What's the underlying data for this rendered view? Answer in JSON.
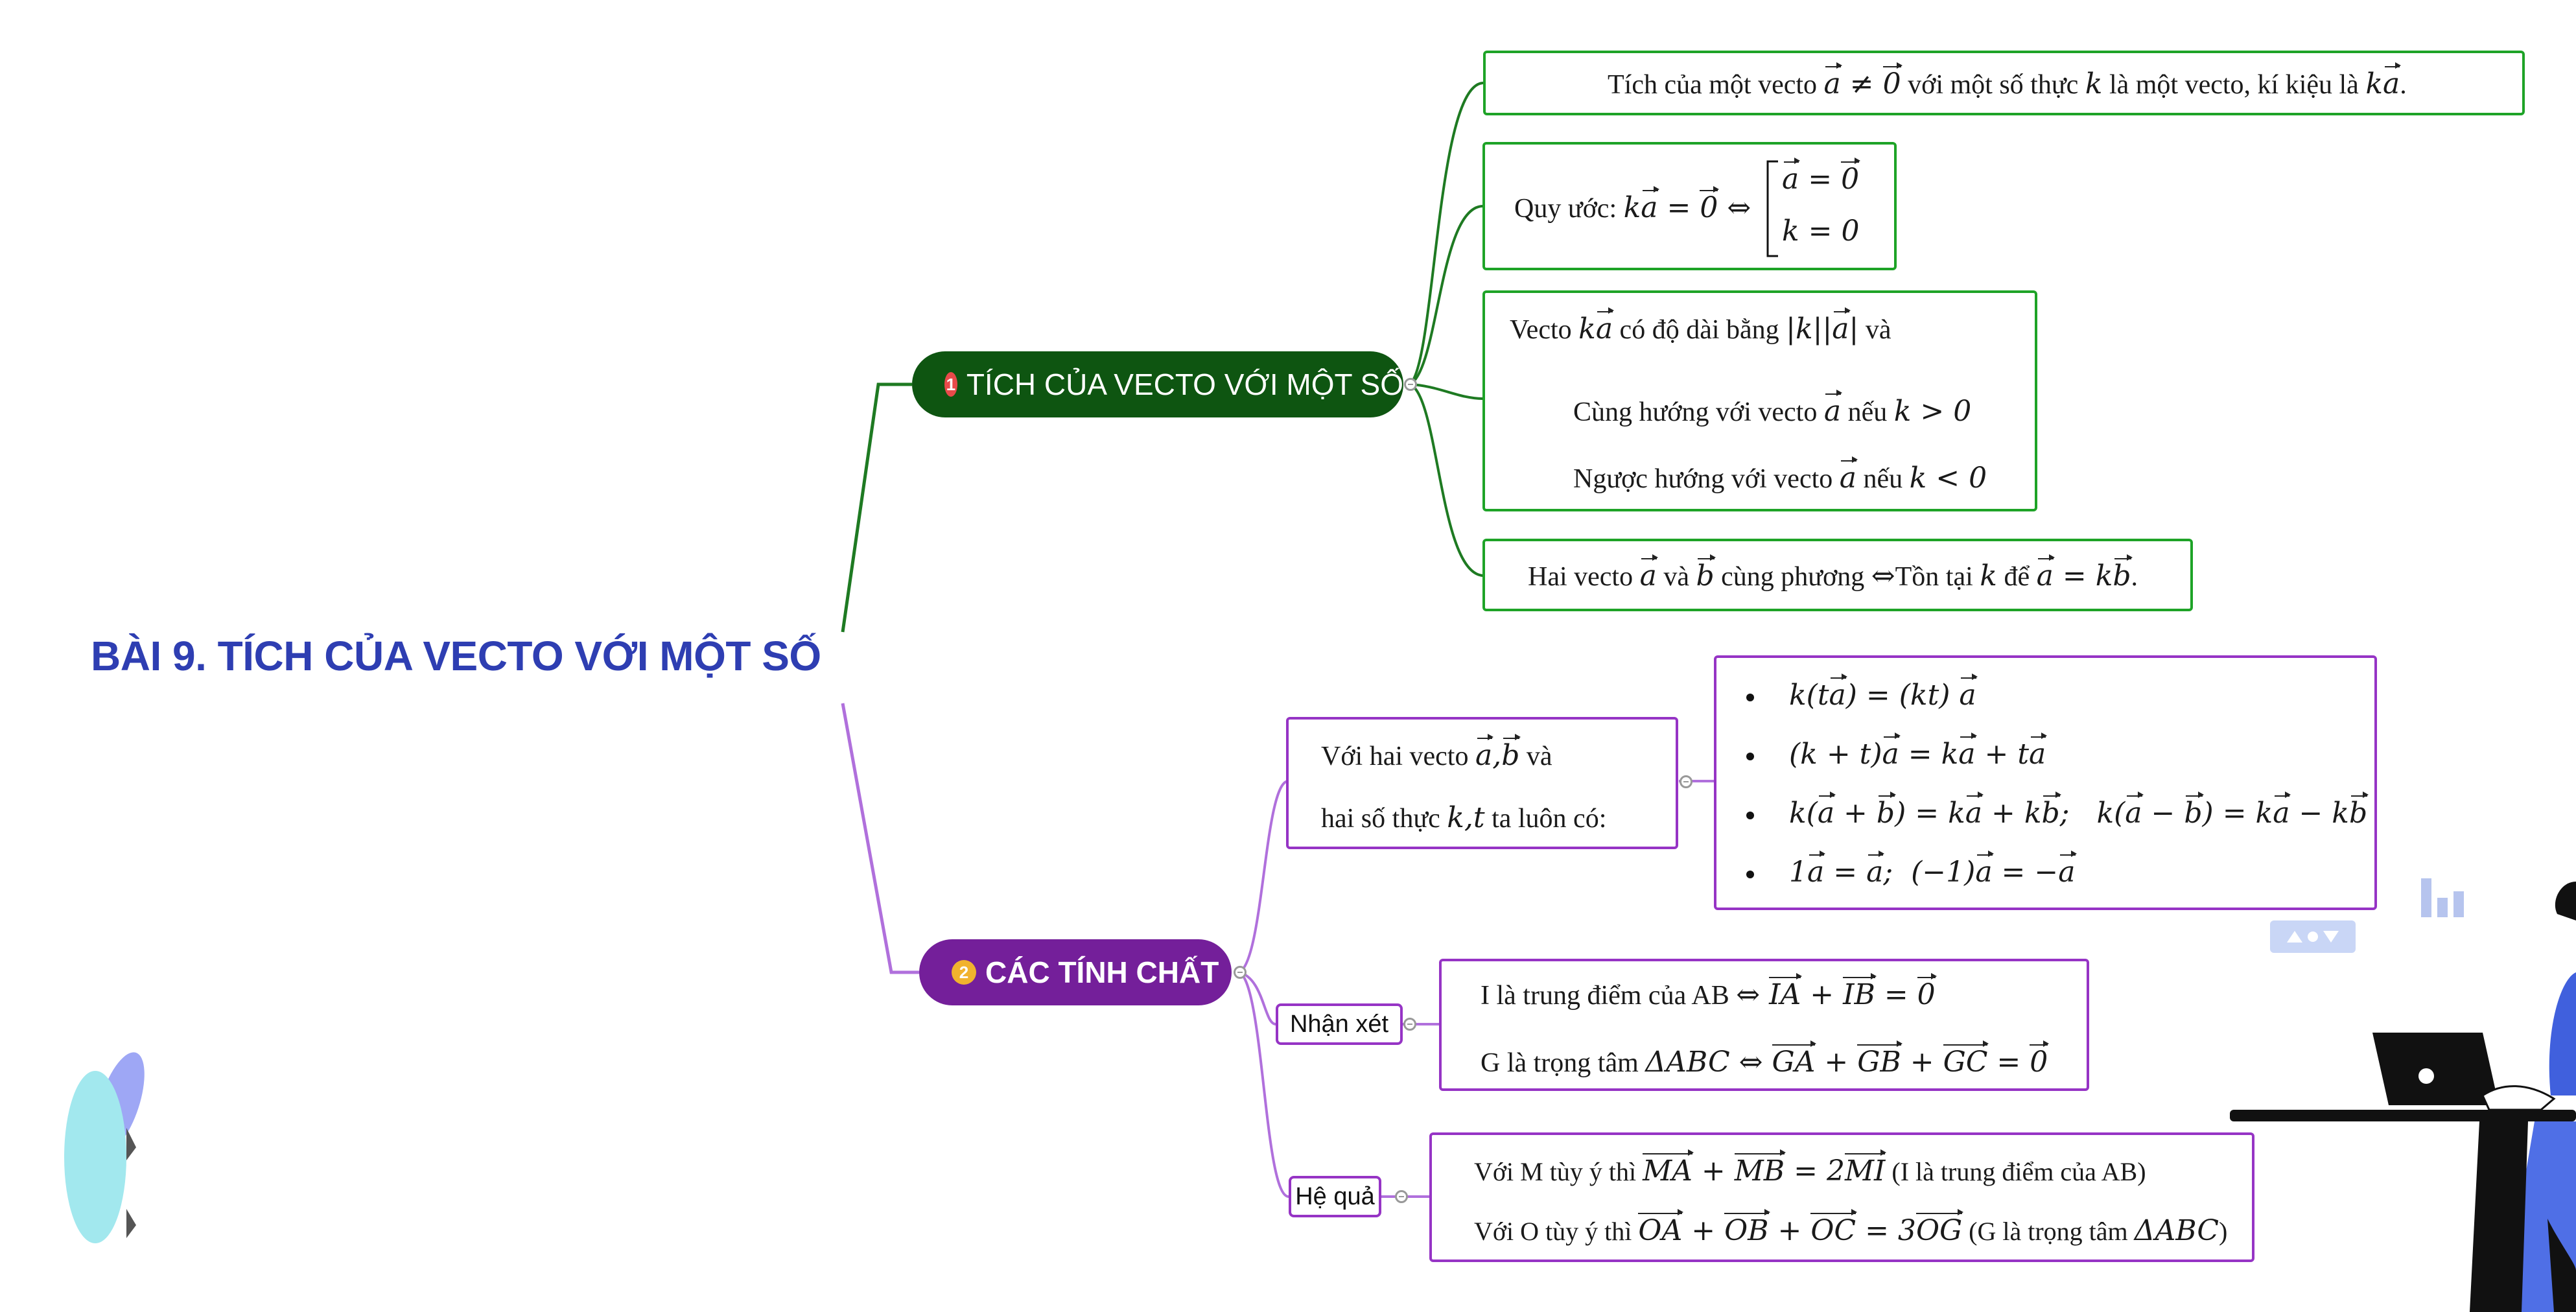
{
  "title": "BÀI 9. TÍCH CỦA VECTO VỚI MỘT SỐ",
  "colors": {
    "title": "#2e3eb2",
    "branch1": "#0e5511",
    "branch1_border": "#1ea327",
    "branch2": "#741f9a",
    "branch2_border": "#9634c5",
    "badge1": "#e84a4a",
    "badge2": "#f1b22e"
  },
  "branch1": {
    "number": "1",
    "label": "TÍCH CỦA VECTO VỚI MỘT SỐ",
    "def_part1": "Tích của một vecto",
    "def_part2": "với một số thực",
    "def_k": "k",
    "def_part3": "là một vecto, kí kiệu là",
    "convention_label": "Quy ước:",
    "magnitude_intro": "Vecto",
    "magnitude_mid": "có độ dài bằng",
    "magnitude_and": "và",
    "same_dir": "Cùng hướng với vecto",
    "opp_dir": "Ngược hướng với vecto",
    "if_word": "nếu",
    "same_cond": "k > 0",
    "opp_cond": "k < 0",
    "collinear_1": "Hai vecto",
    "collinear_and": "và",
    "collinear_2": "cùng phương",
    "collinear_3": "Tồn tại",
    "collinear_4": "để"
  },
  "branch2": {
    "number": "2",
    "label": "CÁC TÍNH CHẤT",
    "intro_line1": "Với hai vecto",
    "intro_and": "và",
    "intro_line2": "hai số thực",
    "intro_kt": "k,t",
    "intro_end": "ta luôn có:",
    "remark_label": "Nhận xét",
    "remark1_text": "I là trung điểm của AB",
    "remark2_text": "G là trọng tâm",
    "corollary_label": "Hệ quả",
    "cor1_text": "Với M tùy ý thì",
    "cor1_note": "(I là trung điểm của AB)",
    "cor2_text": "Với O tùy ý thì",
    "cor2_note": "(G là trọng tâm",
    "cor2_close": ")"
  }
}
